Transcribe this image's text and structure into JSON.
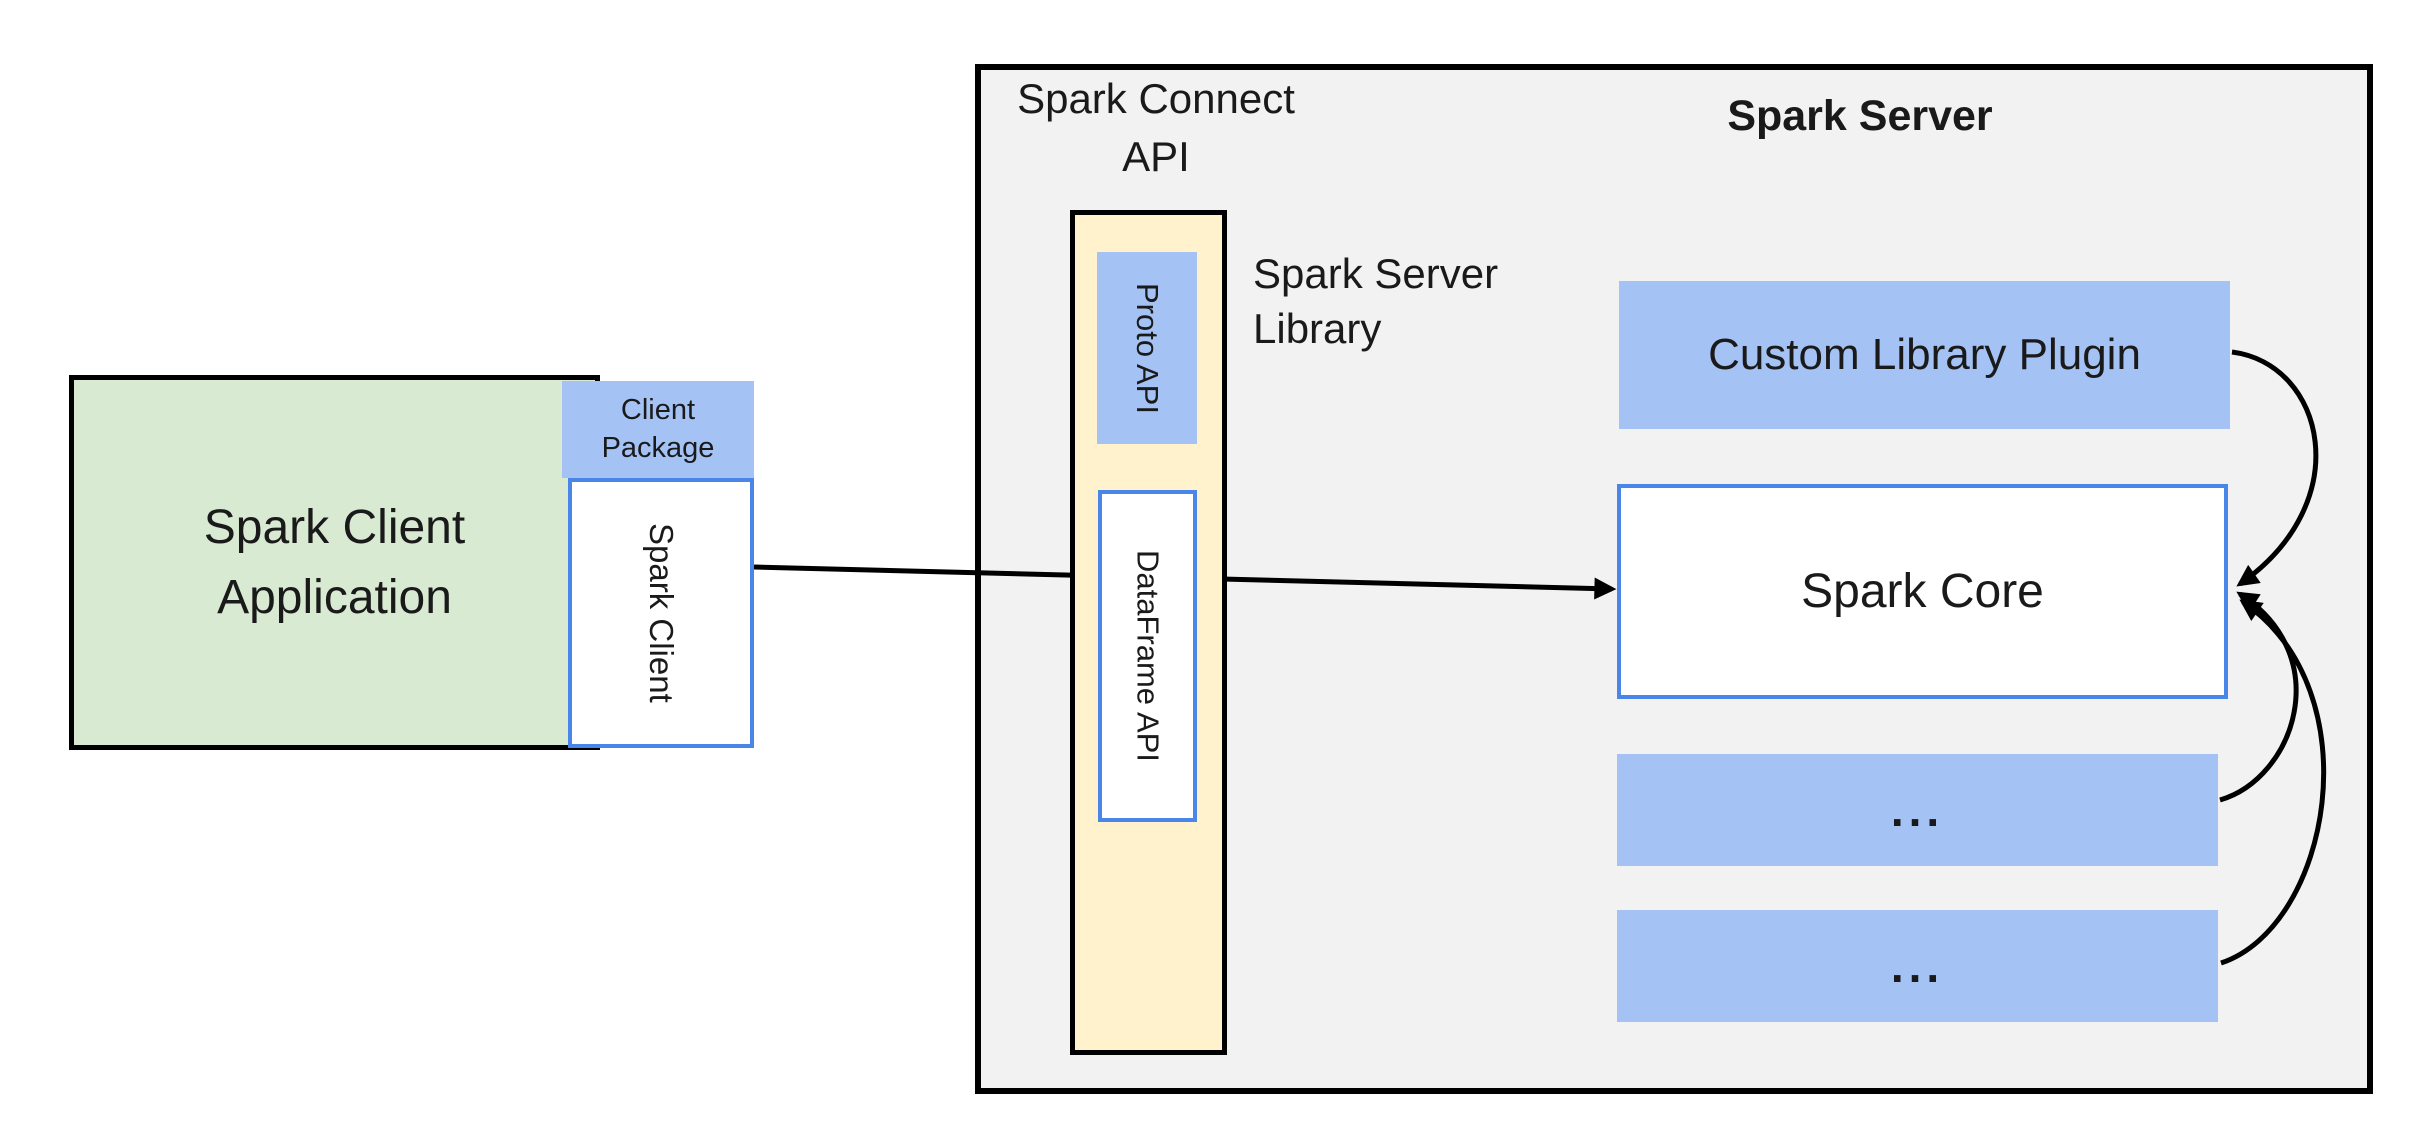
{
  "colors": {
    "background": "#ffffff",
    "container_fill": "#f2f2f2",
    "container_border": "#000000",
    "green_fill": "#d9ead3",
    "blue_fill": "#a4c2f4",
    "cream_fill": "#fff2cc",
    "blue_border": "#4a86e8",
    "arrow": "#000000"
  },
  "client": {
    "app": {
      "line1": "Spark Client",
      "line2": "Application"
    },
    "package": {
      "line1": "Client",
      "line2": "Package"
    },
    "spark_client": "Spark Client"
  },
  "connect_api": {
    "line1": "Spark Connect",
    "line2": "API"
  },
  "server": {
    "title": "Spark Server",
    "library_label": {
      "line1": "Spark Server",
      "line2": "Library"
    },
    "proto_api": "Proto API",
    "dataframe_api": "DataFrame API",
    "custom_library_plugin": "Custom Library Plugin",
    "spark_core": "Spark Core",
    "plugin_placeholder_1": "...",
    "plugin_placeholder_2": "..."
  }
}
